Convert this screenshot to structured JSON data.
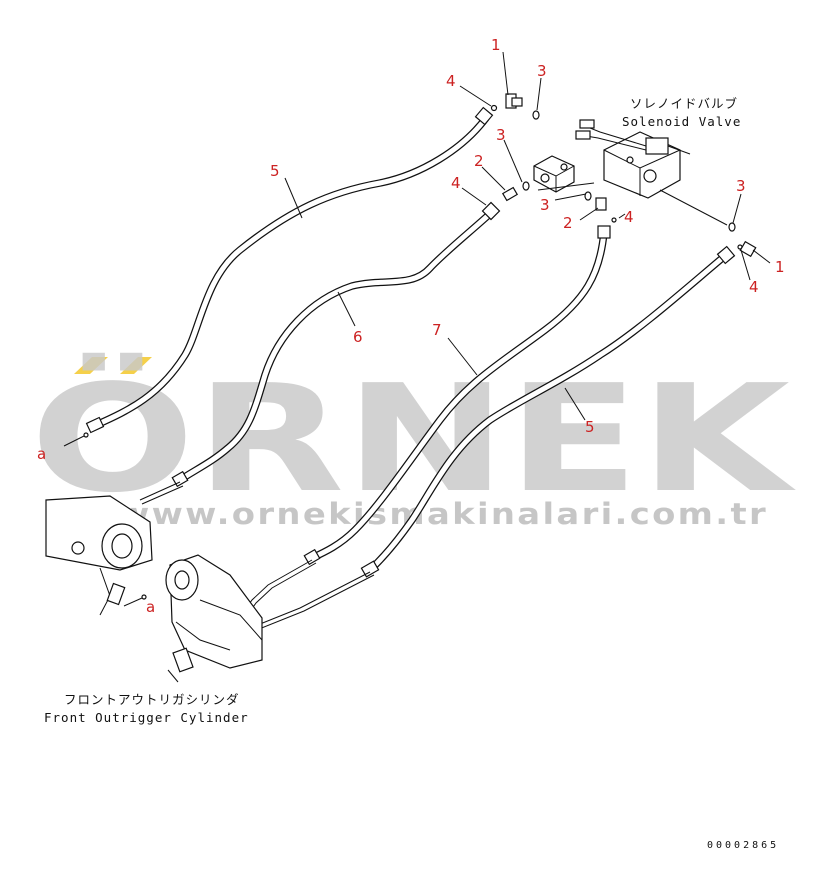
{
  "watermark": {
    "brand": "ÖRNEK",
    "url": "www.ornekismakinalari.com.tr",
    "accent_color": "#f5d04a",
    "text_color": "#c9c9c9"
  },
  "labels": {
    "solenoid_valve_jp": "ソレノイドバルブ",
    "solenoid_valve_en": "Solenoid Valve",
    "cylinder_jp": "フロントアウトリガシリンダ",
    "cylinder_en": "Front Outrigger Cylinder",
    "drawing_number": "00002865"
  },
  "callouts": {
    "c1_top": "1",
    "c4_top": "4",
    "c3_top": "3",
    "c3_mid": "3",
    "c2_left": "2",
    "c4_left": "4",
    "c3_block": "3",
    "c2_right": "2",
    "c4_right": "4",
    "c3_right": "3",
    "c1_right": "1",
    "c4_lower": "4",
    "c5_upper": "5",
    "c6": "6",
    "c7": "7",
    "c5_lower": "5",
    "a_left": "a",
    "a_bottom": "a"
  }
}
